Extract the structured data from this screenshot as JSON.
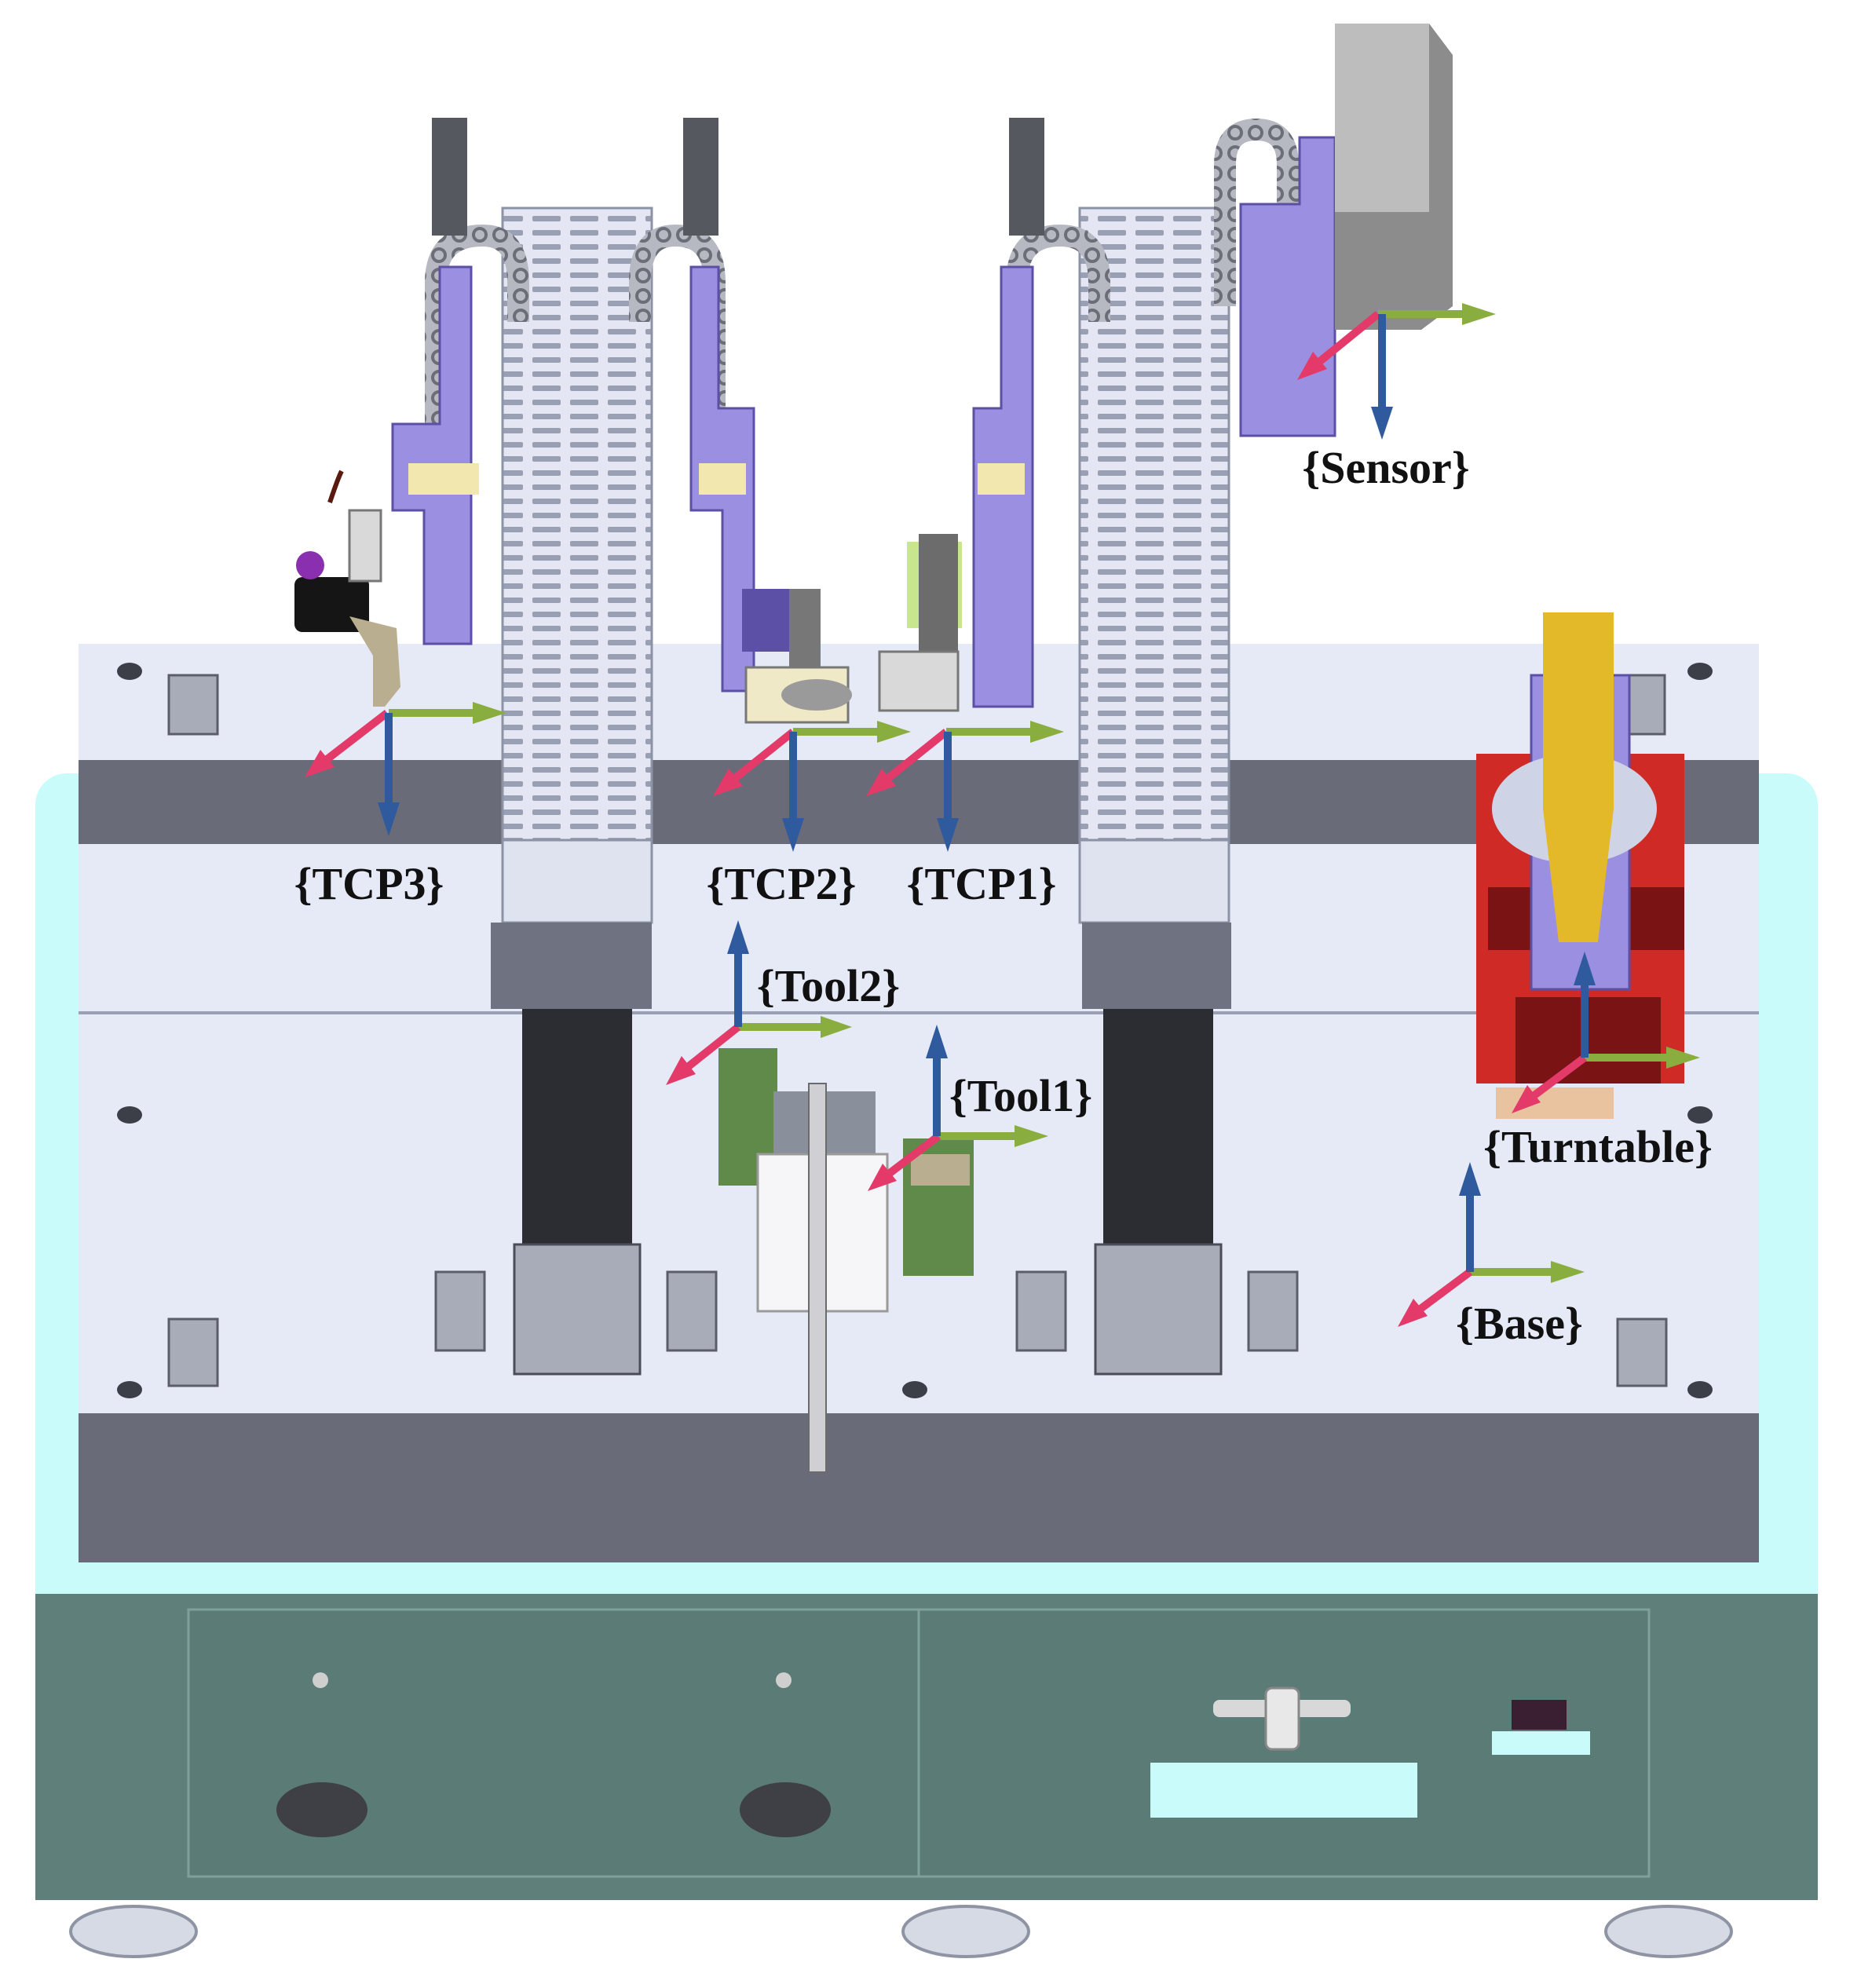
{
  "colors": {
    "x_axis": "#8aad3f",
    "y_axis": "#e33a6a",
    "z_axis": "#2f5b9e",
    "cabinet": "#5e7f7a",
    "cabinet_trim": "#c9fbfa",
    "table_top": "#e6e9f6",
    "table_edge": "#6a6b79",
    "rail": "#dfe3f0",
    "rail_slots": "#9aa0b4",
    "purple_part": "#9a8fe0",
    "dark_purple": "#5b4fa6",
    "actuator_black": "#2c2c33",
    "turntable_red": "#cf2a26",
    "turntable_dark": "#7a1414",
    "gold_part": "#e3b92a",
    "sensor_gray": "#8c8c8c",
    "cable_chain": "#8e8e96",
    "board_green": "#5f8a4a"
  },
  "frames": [
    {
      "id": "sensor",
      "label": "{Sensor}",
      "z_dir": "down"
    },
    {
      "id": "tcp3",
      "label": "{TCP3}",
      "z_dir": "down"
    },
    {
      "id": "tcp2",
      "label": "{TCP2}",
      "z_dir": "down"
    },
    {
      "id": "tcp1",
      "label": "{TCP1}",
      "z_dir": "down"
    },
    {
      "id": "tool2",
      "label": "{Tool2}",
      "z_dir": "up"
    },
    {
      "id": "tool1",
      "label": "{Tool1}",
      "z_dir": "up"
    },
    {
      "id": "turntable",
      "label": "{Turntable}",
      "z_dir": "up"
    },
    {
      "id": "base",
      "label": "{Base}",
      "z_dir": "up"
    }
  ]
}
